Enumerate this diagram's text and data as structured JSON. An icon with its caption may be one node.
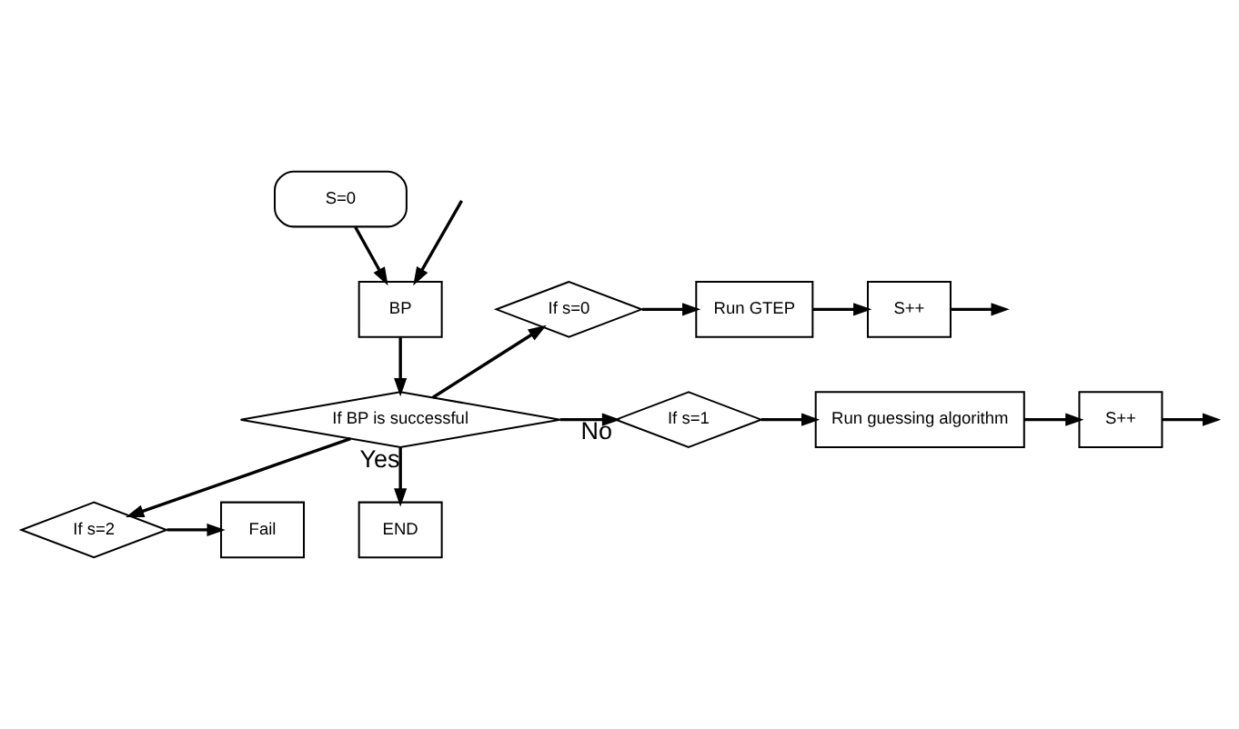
{
  "diagram": {
    "nodes": [
      {
        "text": [
          "S=0"
        ]
      },
      {
        "text": [
          "BP"
        ]
      },
      {
        "text": [
          "If BP is successful"
        ]
      },
      {
        "text": [
          "If s=0"
        ]
      },
      {
        "text": [
          "Run GTEP"
        ]
      },
      {
        "text": [
          "S++"
        ]
      },
      {
        "text": [
          "If s=1"
        ]
      },
      {
        "text": [
          "Run guessing algorithm"
        ]
      },
      {
        "text": [
          "S++"
        ]
      },
      {
        "text": [
          "If s=2"
        ]
      },
      {
        "text": [
          "Fail"
        ]
      },
      {
        "text": [
          "END"
        ]
      }
    ],
    "edges": [
      {
        "from": 0,
        "to": 1,
        "arrow": "to"
      },
      {
        "from": 1,
        "to": 2,
        "arrow": "to"
      },
      {
        "from": 2,
        "to": 11,
        "arrow": "to",
        "label": "Yes"
      },
      {
        "from": 2,
        "to": 3,
        "arrow": "to"
      },
      {
        "from": 2,
        "to": 6,
        "arrow": "to",
        "label": "No"
      },
      {
        "from": 2,
        "to": 9,
        "arrow": "to"
      },
      {
        "from": 3,
        "to": 4,
        "arrow": "to"
      },
      {
        "from": 4,
        "to": 5,
        "arrow": "to"
      },
      {
        "from": 5,
        "to": null,
        "arrow": "to"
      },
      {
        "from": 6,
        "to": 7,
        "arrow": "to"
      },
      {
        "from": 7,
        "to": 8,
        "arrow": "to"
      },
      {
        "from": 8,
        "to": null,
        "arrow": "to"
      },
      {
        "from": 9,
        "to": 10,
        "arrow": "to"
      },
      {
        "from": null,
        "to": 1,
        "arrow": "to"
      }
    ]
  }
}
